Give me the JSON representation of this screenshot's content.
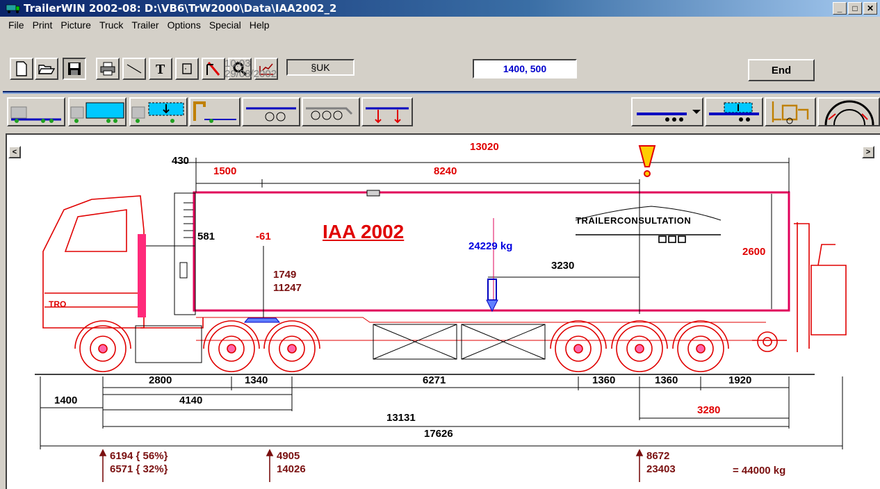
{
  "window": {
    "title": "TrailerWIN 2002-08: D:\\VB6\\TrW2000\\Data\\IAA2002_2",
    "min": "_",
    "max": "□",
    "close": "✕"
  },
  "menu": [
    "File",
    "Print",
    "Picture",
    "Truck",
    "Trailer",
    "Options",
    "Special",
    "Help"
  ],
  "toolbar": {
    "unit_field": "§UK",
    "time": "10:03",
    "date": "29/08/2002",
    "coords": "1400, 500",
    "end_label": "End"
  },
  "drawing": {
    "top_dims": {
      "d430": "430",
      "d13020": "13020",
      "d1500": "1500",
      "d8240": "8240"
    },
    "labels": {
      "title": "IAA 2002",
      "brand": "TRAILERCONSULTATION",
      "weight": "24229 kg",
      "d581": "581",
      "dm61": "-61",
      "d1749": "1749",
      "d11247": "11247",
      "d3230": "3230",
      "d2600": "2600",
      "truck_badge": "TRO"
    },
    "bottom_dims": {
      "d2800": "2800",
      "d1340": "1340",
      "d6271": "6271",
      "d1360a": "1360",
      "d1360b": "1360",
      "d1920": "1920",
      "d1400": "1400",
      "d4140": "4140",
      "d3280": "3280",
      "d13131": "13131",
      "d17626": "17626"
    },
    "loads": {
      "a1": "6194 { 56%}",
      "a2": "6571 { 32%}",
      "b1": "4905",
      "b2": "14026",
      "c1": "8672",
      "c2": "23403",
      "total": "=   44000 kg"
    }
  },
  "colors": {
    "trailer": "#e0005a",
    "truck": "#e00000",
    "dim": "#000000",
    "load": "#7a1010",
    "blue": "#0000e0"
  }
}
